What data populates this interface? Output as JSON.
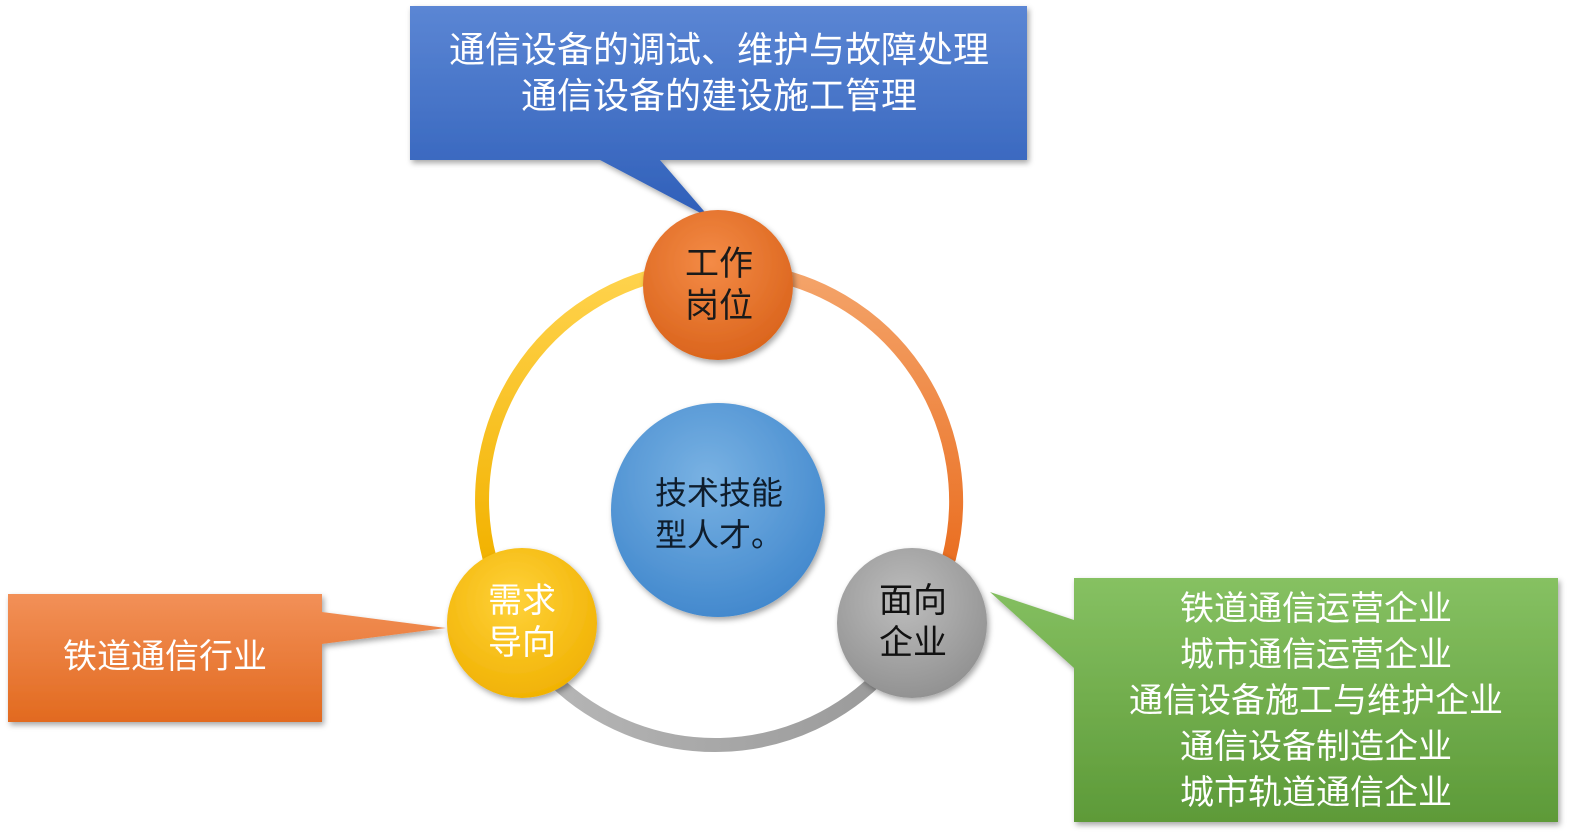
{
  "colors": {
    "blue": "#3a68c4",
    "orange": "#ed7d31",
    "yellow": "#ffc000",
    "gray": "#9e9e9e",
    "green": "#70ad47",
    "center_blue": "#5b9bd5"
  },
  "center": {
    "line1": "技术技能",
    "line2": "型人才。"
  },
  "nodes": {
    "work": {
      "line1": "工作",
      "line2": "岗位"
    },
    "demand": {
      "line1": "需求",
      "line2": "导向"
    },
    "company": {
      "line1": "面向",
      "line2": "企业"
    }
  },
  "callouts": {
    "work": [
      "通信设备的调试、维护与故障处理",
      "通信设备的建设施工管理"
    ],
    "demand": [
      "铁道通信行业"
    ],
    "company": [
      "铁道通信运营企业",
      "城市通信运营企业",
      "通信设备施工与维护企业",
      "通信设备制造企业",
      "城市轨道通信企业"
    ]
  }
}
